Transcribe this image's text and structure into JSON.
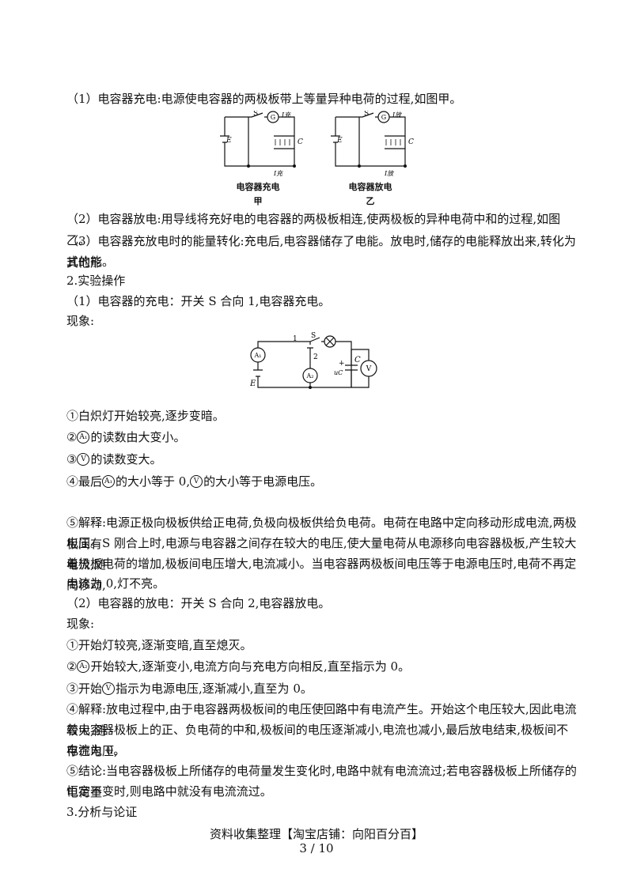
{
  "sec1": {
    "p1": "（1）电容器充电:电源使电容器的两极板带上等量异种电荷的过程,如图甲。",
    "fig_jia_caption": "电容器充电",
    "fig_jia_label": "甲",
    "fig_yi_caption": "电容器放电",
    "fig_yi_label": "乙",
    "p2": "（2）电容器放电:用导线将充好电的电容器的两极板相连,使两极板的异种电荷中和的过程,如图乙。",
    "p3a": "（3）电容器充放电时的能量转化:充电后,电容器储存了电能。放电时,储存的电能释放出来,转化为其他形",
    "p3b": "式的能。"
  },
  "sec2": {
    "heading": "2.实验操作",
    "charge_intro": "（1）电容器的充电：开关 S 合向 1,电容器充电。",
    "phenomena1": "现象:",
    "c1": "①白炽灯开始较亮,逐步变暗。",
    "c2_pre": "②",
    "c2_meter": "A₁",
    "c2_post": "的读数由大变小。",
    "c3_pre": "③",
    "c3_meter": "V",
    "c3_post": "的读数变大。",
    "c4_pre": "④最后",
    "c4_meter1": "A₁",
    "c4_mid": "的大小等于 0,",
    "c4_meter2": "V",
    "c4_post": "的大小等于电源电压。",
    "c5a": "⑤解释:电源正极向极板供给正电荷,负极向极板供给负电荷。电荷在电路中定向移动形成电流,两极板间有",
    "c5b": "电压。S 刚合上时,电源与电容器之间存在较大的电压,使大量电荷从电源移向电容器极板,产生较大电流,随",
    "c5c": "着极板电荷的增加,极板间电压增大,电流减小。当电容器两极板间电压等于电源电压时,电荷不再定向移动,",
    "c5d": "电流为 0,灯不亮。",
    "discharge_intro": "（2）电容器的放电：开关 S 合向 2,电容器放电。",
    "phenomena2": "现象:",
    "d1": "①开始灯较亮,逐渐变暗,直至熄灭。",
    "d2_pre": "②",
    "d2_meter": "A₂",
    "d2_post": "开始较大,逐渐变小,电流方向与充电方向相反,直至指示为 0。",
    "d3_pre": "③开始",
    "d3_meter": "V",
    "d3_post": "指示为电源电压,逐渐减小,直至为 0。",
    "d4a": "④解释:放电过程中,由于电容器两极板间的电压使回路中有电流产生。开始这个电压较大,因此电流较大,随",
    "d4b": "着电容器极板上的正、负电荷的中和,极板间的电压逐渐减小,电流也减小,最后放电结束,极板间不存在电压,",
    "d4c": "电流为 0。",
    "d5a": "⑤结论:当电容器极板上所储存的电荷量发生变化时,电路中就有电流流过;若电容器极板上所储存的电荷量",
    "d5b": "恒定不变时,则电路中就没有电流流过。"
  },
  "sec3": {
    "heading": "3.分析与论证"
  },
  "footer": {
    "source": "资料收集整理【淘宝店铺：向阳百分百】",
    "page": "3 / 10"
  },
  "circuit_labels": {
    "E": "E",
    "S": "S",
    "G": "G",
    "C": "C",
    "I_charge": "I充",
    "I_discharge": "I放",
    "one": "1",
    "two": "2",
    "A1": "A₁",
    "A2": "A₂",
    "V": "V",
    "plus": "+",
    "uC": "uC"
  }
}
